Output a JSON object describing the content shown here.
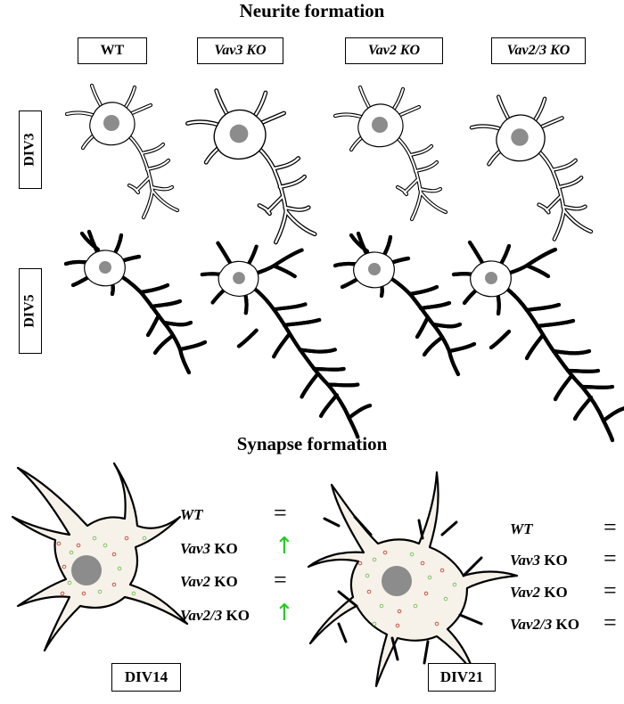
{
  "neurite": {
    "title": "Neurite formation",
    "columns": [
      {
        "label": "WT",
        "italic": false
      },
      {
        "label": "Vav3 KO",
        "italic": true
      },
      {
        "label": "Vav2 KO",
        "italic": true
      },
      {
        "label": "Vav2/3 KO",
        "italic": true
      }
    ],
    "rows": [
      "DIV3",
      "DIV5"
    ]
  },
  "synapse": {
    "title": "Synapse formation",
    "panels": [
      {
        "label": "DIV14",
        "entries": [
          {
            "name": "WT",
            "suffix": "",
            "change": "="
          },
          {
            "name": "Vav3",
            "suffix": " KO",
            "change": "↑"
          },
          {
            "name": "Vav2",
            "suffix": " KO",
            "change": "="
          },
          {
            "name": "Vav2/3",
            "suffix": " KO",
            "change": "↑"
          }
        ]
      },
      {
        "label": "DIV21",
        "entries": [
          {
            "name": "WT",
            "suffix": "",
            "change": "="
          },
          {
            "name": "Vav3",
            "suffix": " KO",
            "change": "="
          },
          {
            "name": "Vav2",
            "suffix": " KO",
            "change": "="
          },
          {
            "name": "Vav2/3",
            "suffix": " KO",
            "change": "="
          }
        ]
      }
    ]
  },
  "colors": {
    "nucleus": "#8c8c8c",
    "increase": "#22cc22",
    "vesicle_green": "#7fbf5f",
    "vesicle_red": "#c8503c"
  }
}
